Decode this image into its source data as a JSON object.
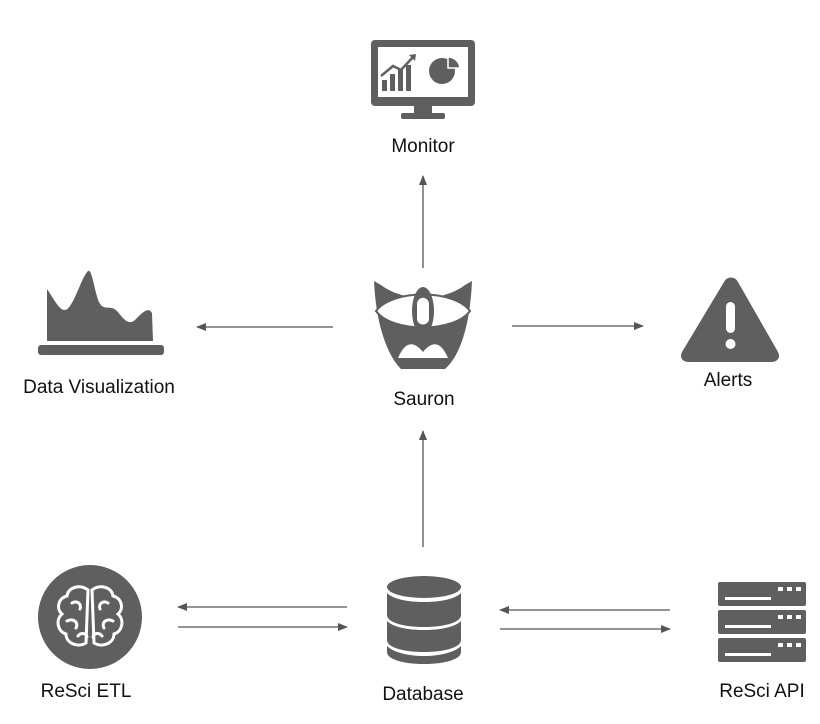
{
  "colors": {
    "icon": "#5f5f5f",
    "edge": "#555555",
    "text": "#111111",
    "background": "#ffffff"
  },
  "nodes": {
    "monitor": {
      "label": "Monitor",
      "icon": "monitor-chart-icon"
    },
    "data_viz": {
      "label": "Data Visualization",
      "icon": "area-chart-icon"
    },
    "sauron": {
      "label": "Sauron",
      "icon": "eye-icon"
    },
    "alerts": {
      "label": "Alerts",
      "icon": "warning-icon"
    },
    "resci_etl": {
      "label": "ReSci ETL",
      "icon": "brain-icon"
    },
    "database": {
      "label": "Database",
      "icon": "database-icon"
    },
    "resci_api": {
      "label": "ReSci API",
      "icon": "server-icon"
    }
  },
  "edges": [
    {
      "from": "sauron",
      "to": "monitor"
    },
    {
      "from": "sauron",
      "to": "data_viz"
    },
    {
      "from": "sauron",
      "to": "alerts"
    },
    {
      "from": "database",
      "to": "sauron"
    },
    {
      "from": "database",
      "to": "resci_etl"
    },
    {
      "from": "resci_etl",
      "to": "database"
    },
    {
      "from": "resci_api",
      "to": "database"
    },
    {
      "from": "database",
      "to": "resci_api"
    }
  ]
}
